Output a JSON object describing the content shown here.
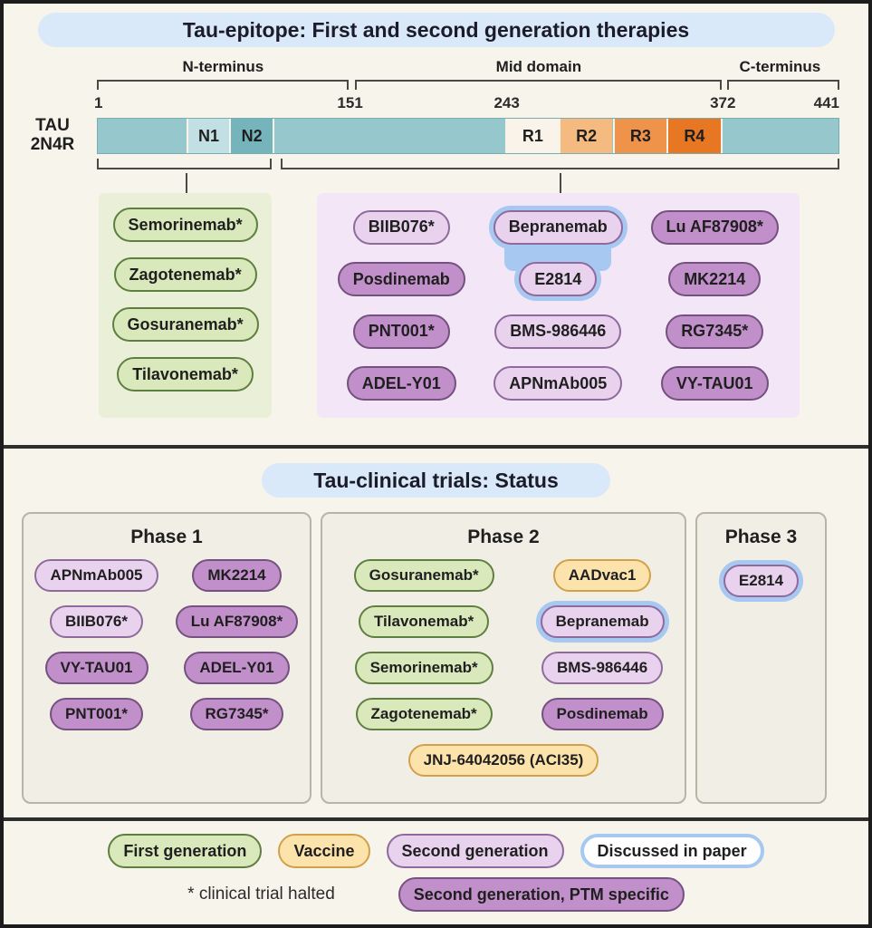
{
  "colors": {
    "background": "#f7f4ec",
    "outer_border": "#1c1c1c",
    "title_pill_fill": "#d9e9f9",
    "highlight_ring_blue": "#a6c8f1",
    "first_generation_fill": "#d9e9bc",
    "first_generation_border": "#5f7f41",
    "second_generation_fill": "#e9d2ee",
    "second_generation_border": "#8f6b9d",
    "ptm_specific_fill": "#c18fca",
    "ptm_specific_border": "#74517e",
    "vaccine_fill": "#fce3ab",
    "vaccine_border": "#d3a04a",
    "bar_teal": "#95c7cc",
    "segment_n1": "#c2e0e3",
    "segment_n2": "#74b4ba",
    "segment_r1": "#faf3ea",
    "segment_r2": "#f4ba80",
    "segment_r3": "#f0934a",
    "segment_r4": "#e87723",
    "green_box_fill": "#eaf0d8",
    "purple_box_fill": "#f3e7f7",
    "phase_box_fill": "#f1eee6"
  },
  "epitope": {
    "title": "Tau-epitope: First and second generation therapies",
    "protein_label_1": "TAU",
    "protein_label_2": "2N4R",
    "domain_labels": [
      "N-terminus",
      "Mid domain",
      "C-terminus"
    ],
    "positions": [
      "1",
      "151",
      "243",
      "372",
      "441"
    ],
    "segments": [
      "N1",
      "N2",
      "R1",
      "R2",
      "R3",
      "R4"
    ],
    "n_terminus_drugs": [
      {
        "label": "Semorinemab*",
        "type": "first"
      },
      {
        "label": "Zagotenemab*",
        "type": "first"
      },
      {
        "label": "Gosuranemab*",
        "type": "first"
      },
      {
        "label": "Tilavonemab*",
        "type": "first"
      }
    ],
    "mid_domain_drugs": [
      {
        "label": "BIIB076*",
        "type": "second"
      },
      {
        "label": "Bepranemab",
        "type": "second",
        "ring": true
      },
      {
        "label": "Lu AF87908*",
        "type": "ptm"
      },
      {
        "label": "Posdinemab",
        "type": "ptm"
      },
      {
        "label": "E2814",
        "type": "second",
        "ring": true
      },
      {
        "label": "MK2214",
        "type": "ptm"
      },
      {
        "label": "PNT001*",
        "type": "ptm"
      },
      {
        "label": "BMS-986446",
        "type": "second"
      },
      {
        "label": "RG7345*",
        "type": "ptm"
      },
      {
        "label": "ADEL-Y01",
        "type": "ptm"
      },
      {
        "label": "APNmAb005",
        "type": "second"
      },
      {
        "label": "VY-TAU01",
        "type": "ptm"
      }
    ]
  },
  "trials": {
    "title": "Tau-clinical trials: Status",
    "phases": [
      {
        "title": "Phase 1",
        "drugs": [
          {
            "label": "APNmAb005",
            "type": "second"
          },
          {
            "label": "MK2214",
            "type": "ptm"
          },
          {
            "label": "BIIB076*",
            "type": "second"
          },
          {
            "label": "Lu AF87908*",
            "type": "ptm"
          },
          {
            "label": "VY-TAU01",
            "type": "ptm"
          },
          {
            "label": "ADEL-Y01",
            "type": "ptm"
          },
          {
            "label": "PNT001*",
            "type": "ptm"
          },
          {
            "label": "RG7345*",
            "type": "ptm"
          }
        ]
      },
      {
        "title": "Phase 2",
        "drugs": [
          {
            "label": "Gosuranemab*",
            "type": "first"
          },
          {
            "label": "AADvac1",
            "type": "vaccine"
          },
          {
            "label": "Tilavonemab*",
            "type": "first"
          },
          {
            "label": "Bepranemab",
            "type": "second",
            "ring": true
          },
          {
            "label": "Semorinemab*",
            "type": "first"
          },
          {
            "label": "BMS-986446",
            "type": "second"
          },
          {
            "label": "Zagotenemab*",
            "type": "first"
          },
          {
            "label": "Posdinemab",
            "type": "ptm"
          },
          {
            "label": "JNJ-64042056 (ACI35)",
            "type": "vaccine",
            "span": 2
          }
        ]
      },
      {
        "title": "Phase 3",
        "drugs": [
          {
            "label": "E2814",
            "type": "second",
            "ring": true
          }
        ]
      }
    ]
  },
  "legend": {
    "row1": [
      {
        "label": "First generation",
        "type": "first"
      },
      {
        "label": "Vaccine",
        "type": "vaccine"
      },
      {
        "label": "Second generation",
        "type": "second"
      },
      {
        "label": "Discussed in paper",
        "type": "discussed"
      }
    ],
    "halted_note": "* clinical trial halted",
    "row2": [
      {
        "label": "Second generation, PTM specific",
        "type": "ptm"
      }
    ]
  }
}
